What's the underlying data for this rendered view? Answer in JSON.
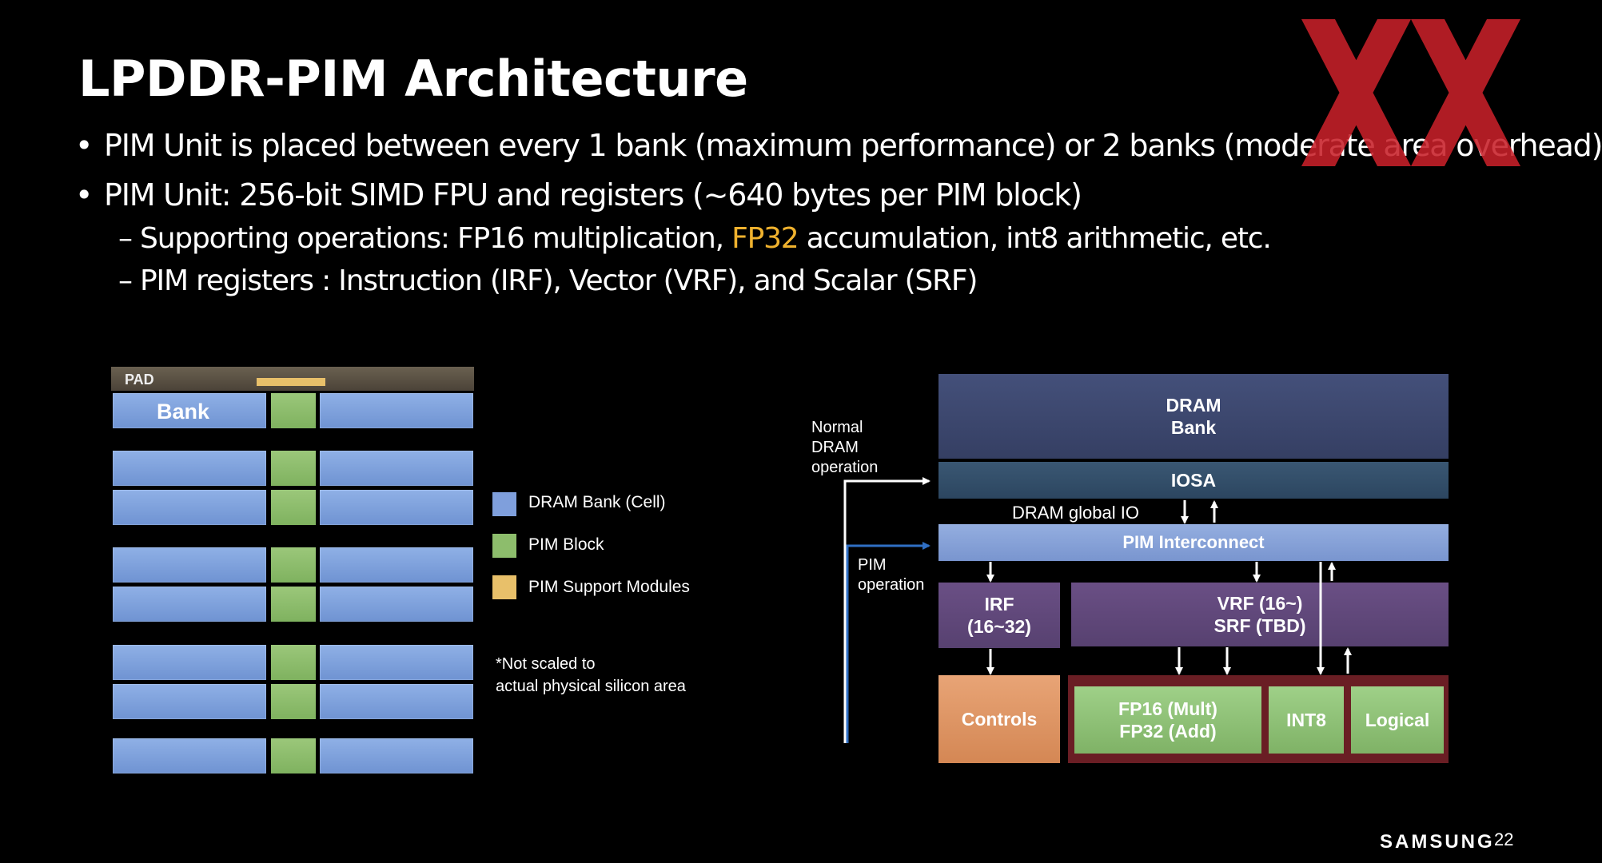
{
  "title": "LPDDR-PIM Architecture",
  "bullets": [
    {
      "text": "PIM Unit is placed between every 1 bank (maximum performance) or 2 banks (moderate area overhead)"
    },
    {
      "text": "PIM Unit: 256-bit SIMD FPU and registers (~640 bytes per PIM block)"
    }
  ],
  "sub_bullets": [
    {
      "prefix": "– Supporting operations: FP16 multiplication, ",
      "highlight": "FP32",
      "suffix": " accumulation, int8 arithmetic, etc."
    },
    {
      "text": "– PIM registers : Instruction (IRF), Vector (VRF), and Scalar (SRF)"
    }
  ],
  "floorplan": {
    "pad_label": "PAD",
    "bank_label": "Bank",
    "legend": [
      {
        "label": "DRAM Bank (Cell)",
        "color": "#7f9fdc"
      },
      {
        "label": "PIM Block",
        "color": "#8dbd6c"
      },
      {
        "label": "PIM Support Modules",
        "color": "#e8c06a"
      }
    ],
    "note_line1": "*Not scaled to",
    "note_line2": "actual physical silicon area"
  },
  "block_diagram": {
    "dram_bank_line1": "DRAM",
    "dram_bank_line2": "Bank",
    "iosa": "IOSA",
    "global_io": "DRAM global IO",
    "pim_interconnect": "PIM Interconnect",
    "irf_line1": "IRF",
    "irf_line2": "(16~32)",
    "vrf_line1": "VRF (16~)",
    "vrf_line2": "SRF (TBD)",
    "controls": "Controls",
    "fp_line1": "FP16 (Mult)",
    "fp_line2": "FP32 (Add)",
    "int8": "INT8",
    "logical": "Logical",
    "normal_line1": "Normal",
    "normal_line2": "DRAM",
    "normal_line3": "operation",
    "pim_op_line1": "PIM",
    "pim_op_line2": "operation"
  },
  "footer": {
    "brand": "SAMSUNG",
    "page": "22"
  },
  "colors": {
    "highlight": "#f0b22e",
    "watermark": "#c8202a",
    "pim_arrow": "#2f6fc4"
  }
}
